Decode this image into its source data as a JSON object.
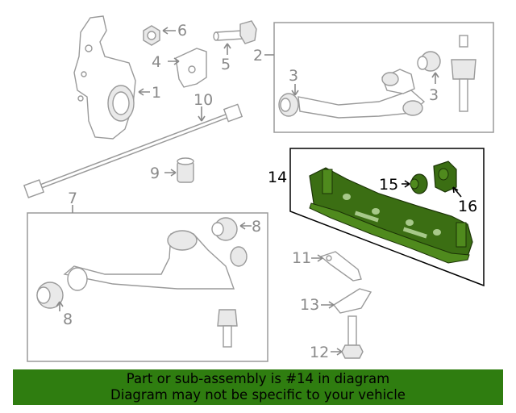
{
  "callouts": {
    "c1": "1",
    "c2": "2",
    "c3a": "3",
    "c3b": "3",
    "c4": "4",
    "c5": "5",
    "c6": "6",
    "c7": "7",
    "c8a": "8",
    "c8b": "8",
    "c9": "9",
    "c10": "10",
    "c11": "11",
    "c12": "12",
    "c13": "13",
    "c14": "14",
    "c15": "15",
    "c16": "16"
  },
  "banner": {
    "line1": "Part or sub-assembly is #14 in diagram",
    "line2": "Diagram may not be specific to your vehicle"
  },
  "colors": {
    "highlight_part": "#3b6e13",
    "banner_bg": "#2f7d10",
    "callout_gray": "#8a8a8a"
  }
}
